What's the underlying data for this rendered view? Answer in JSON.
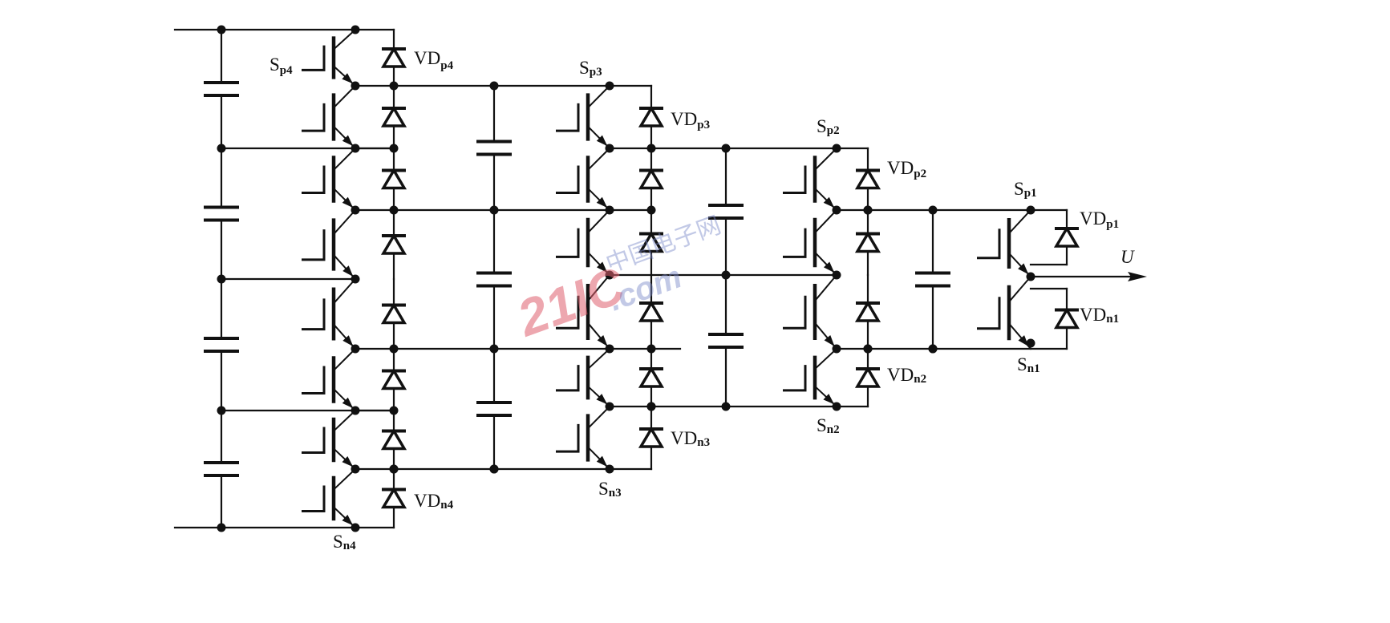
{
  "figure": {
    "type": "four-level flying-capacitor / cascaded multilevel inverter leg schematic",
    "output_label": "U",
    "watermark": {
      "red_text": "21IC",
      "blue_text": ".com",
      "cn_text": "中国电子网"
    }
  },
  "columns": [
    {
      "id": "4",
      "switch_top_label": {
        "base": "S",
        "sub": "p4"
      },
      "switch_bottom_label": {
        "base": "S",
        "sub": "n4"
      },
      "diode_top_label": {
        "base": "VD",
        "sub": "p4"
      },
      "diode_bottom_label": {
        "base": "VD",
        "sub": "n4"
      },
      "capacitor_count": 4,
      "switch_count": 8,
      "diode_count": 8
    },
    {
      "id": "3",
      "switch_top_label": {
        "base": "S",
        "sub": "p3"
      },
      "switch_bottom_label": {
        "base": "S",
        "sub": "n3"
      },
      "diode_top_label": {
        "base": "VD",
        "sub": "p3"
      },
      "diode_bottom_label": {
        "base": "VD",
        "sub": "n3"
      },
      "capacitor_count": 3,
      "switch_count": 6,
      "diode_count": 6
    },
    {
      "id": "2",
      "switch_top_label": {
        "base": "S",
        "sub": "p2"
      },
      "switch_bottom_label": {
        "base": "S",
        "sub": "n2"
      },
      "diode_top_label": {
        "base": "VD",
        "sub": "p2"
      },
      "diode_bottom_label": {
        "base": "VD",
        "sub": "n2"
      },
      "capacitor_count": 2,
      "switch_count": 4,
      "diode_count": 4
    },
    {
      "id": "1",
      "switch_top_label": {
        "base": "S",
        "sub": "p1"
      },
      "switch_bottom_label": {
        "base": "S",
        "sub": "n1"
      },
      "diode_top_label": {
        "base": "VD",
        "sub": "p1"
      },
      "diode_bottom_label": {
        "base": "VD",
        "sub": "n1"
      },
      "capacitor_count": 1,
      "switch_count": 2,
      "diode_count": 2
    }
  ]
}
